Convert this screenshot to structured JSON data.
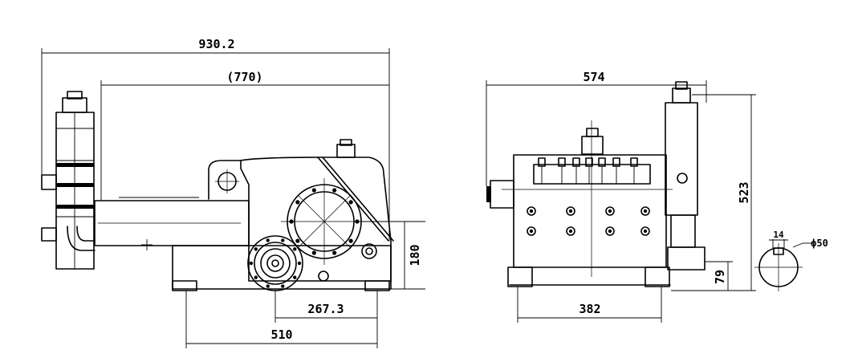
{
  "dimensions": {
    "overall_length": "930.2",
    "body_length": "(770)",
    "foot_spacing": "510",
    "shaft_offset": "267.3",
    "shaft_height": "180",
    "overall_width": "574",
    "foot_width": "382",
    "overall_height": "523",
    "base_height": "79",
    "keyway_width": "14",
    "shaft_diameter": "ϕ50"
  },
  "colors": {
    "line": "#000000",
    "background": "#ffffff"
  }
}
